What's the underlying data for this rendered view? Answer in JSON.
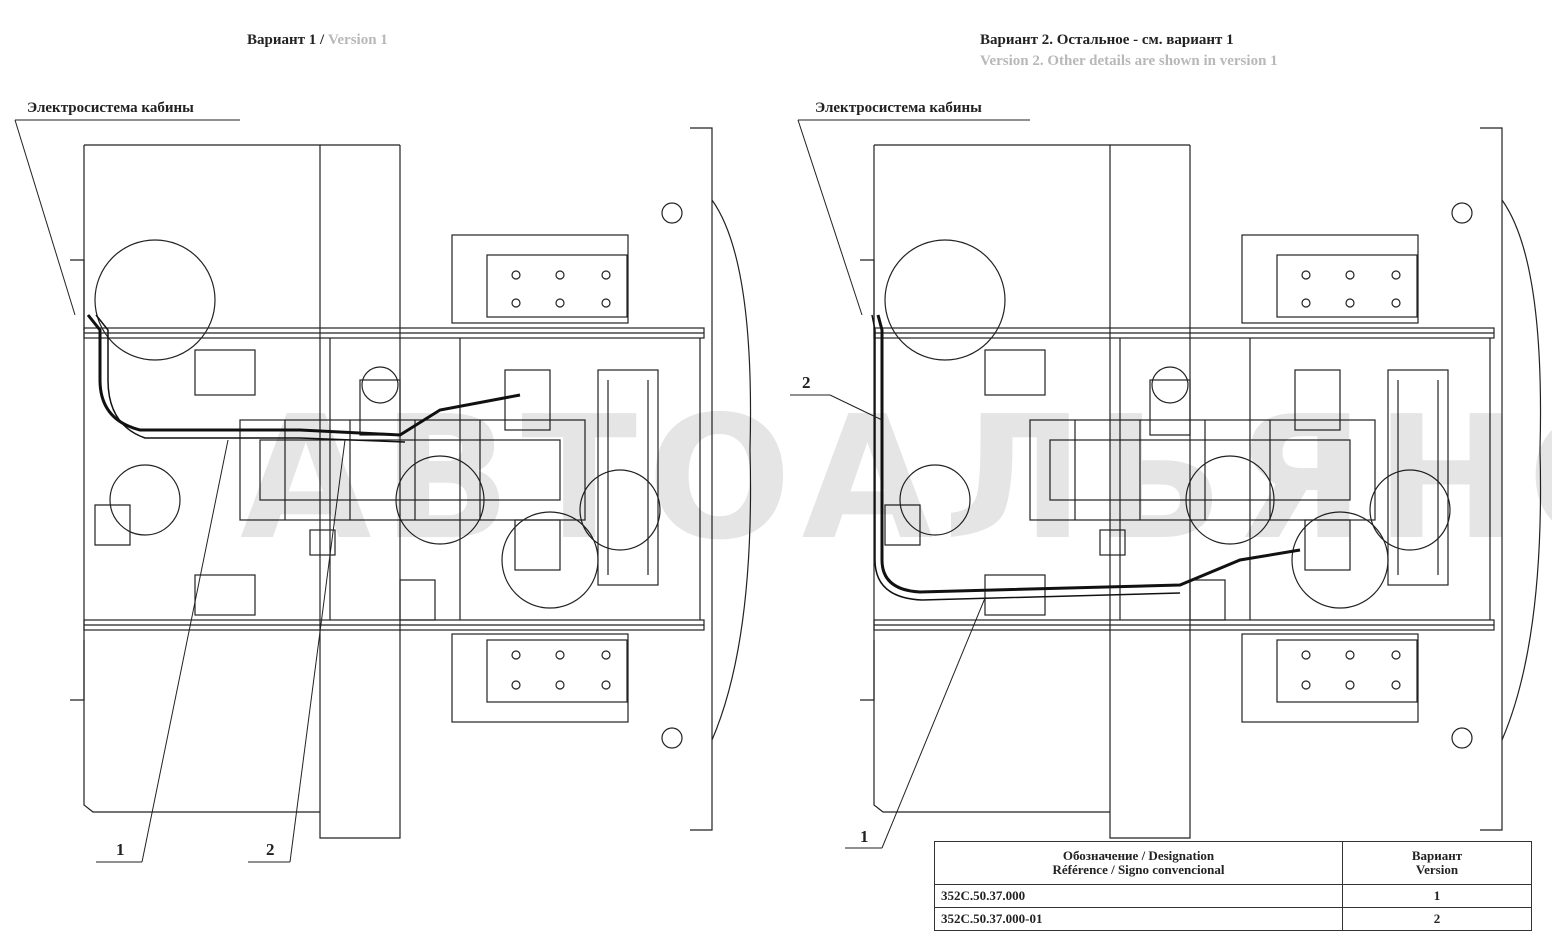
{
  "variant1": {
    "title_ru": "Вариант 1",
    "separator": " / ",
    "title_en": "Version 1",
    "cabin_label": "Электросистема кабины",
    "callouts": [
      "1",
      "2"
    ]
  },
  "variant2": {
    "title_ru": "Вариант 2. Остальное - см. вариант 1",
    "title_en": "Version 2. Other details are shown in version 1",
    "cabin_label": "Электросистема кабины",
    "callouts": [
      "2",
      "1"
    ]
  },
  "watermark": "АВТОАЛЬЯНС",
  "table": {
    "header_designation_line1": "Обозначение / Designation",
    "header_designation_line2": "Référence / Signo convencional",
    "header_variant_line1": "Вариант",
    "header_variant_line2": "Version",
    "rows": [
      {
        "designation": "352C.50.37.000",
        "variant": "1"
      },
      {
        "designation": "352C.50.37.000-01",
        "variant": "2"
      }
    ]
  }
}
